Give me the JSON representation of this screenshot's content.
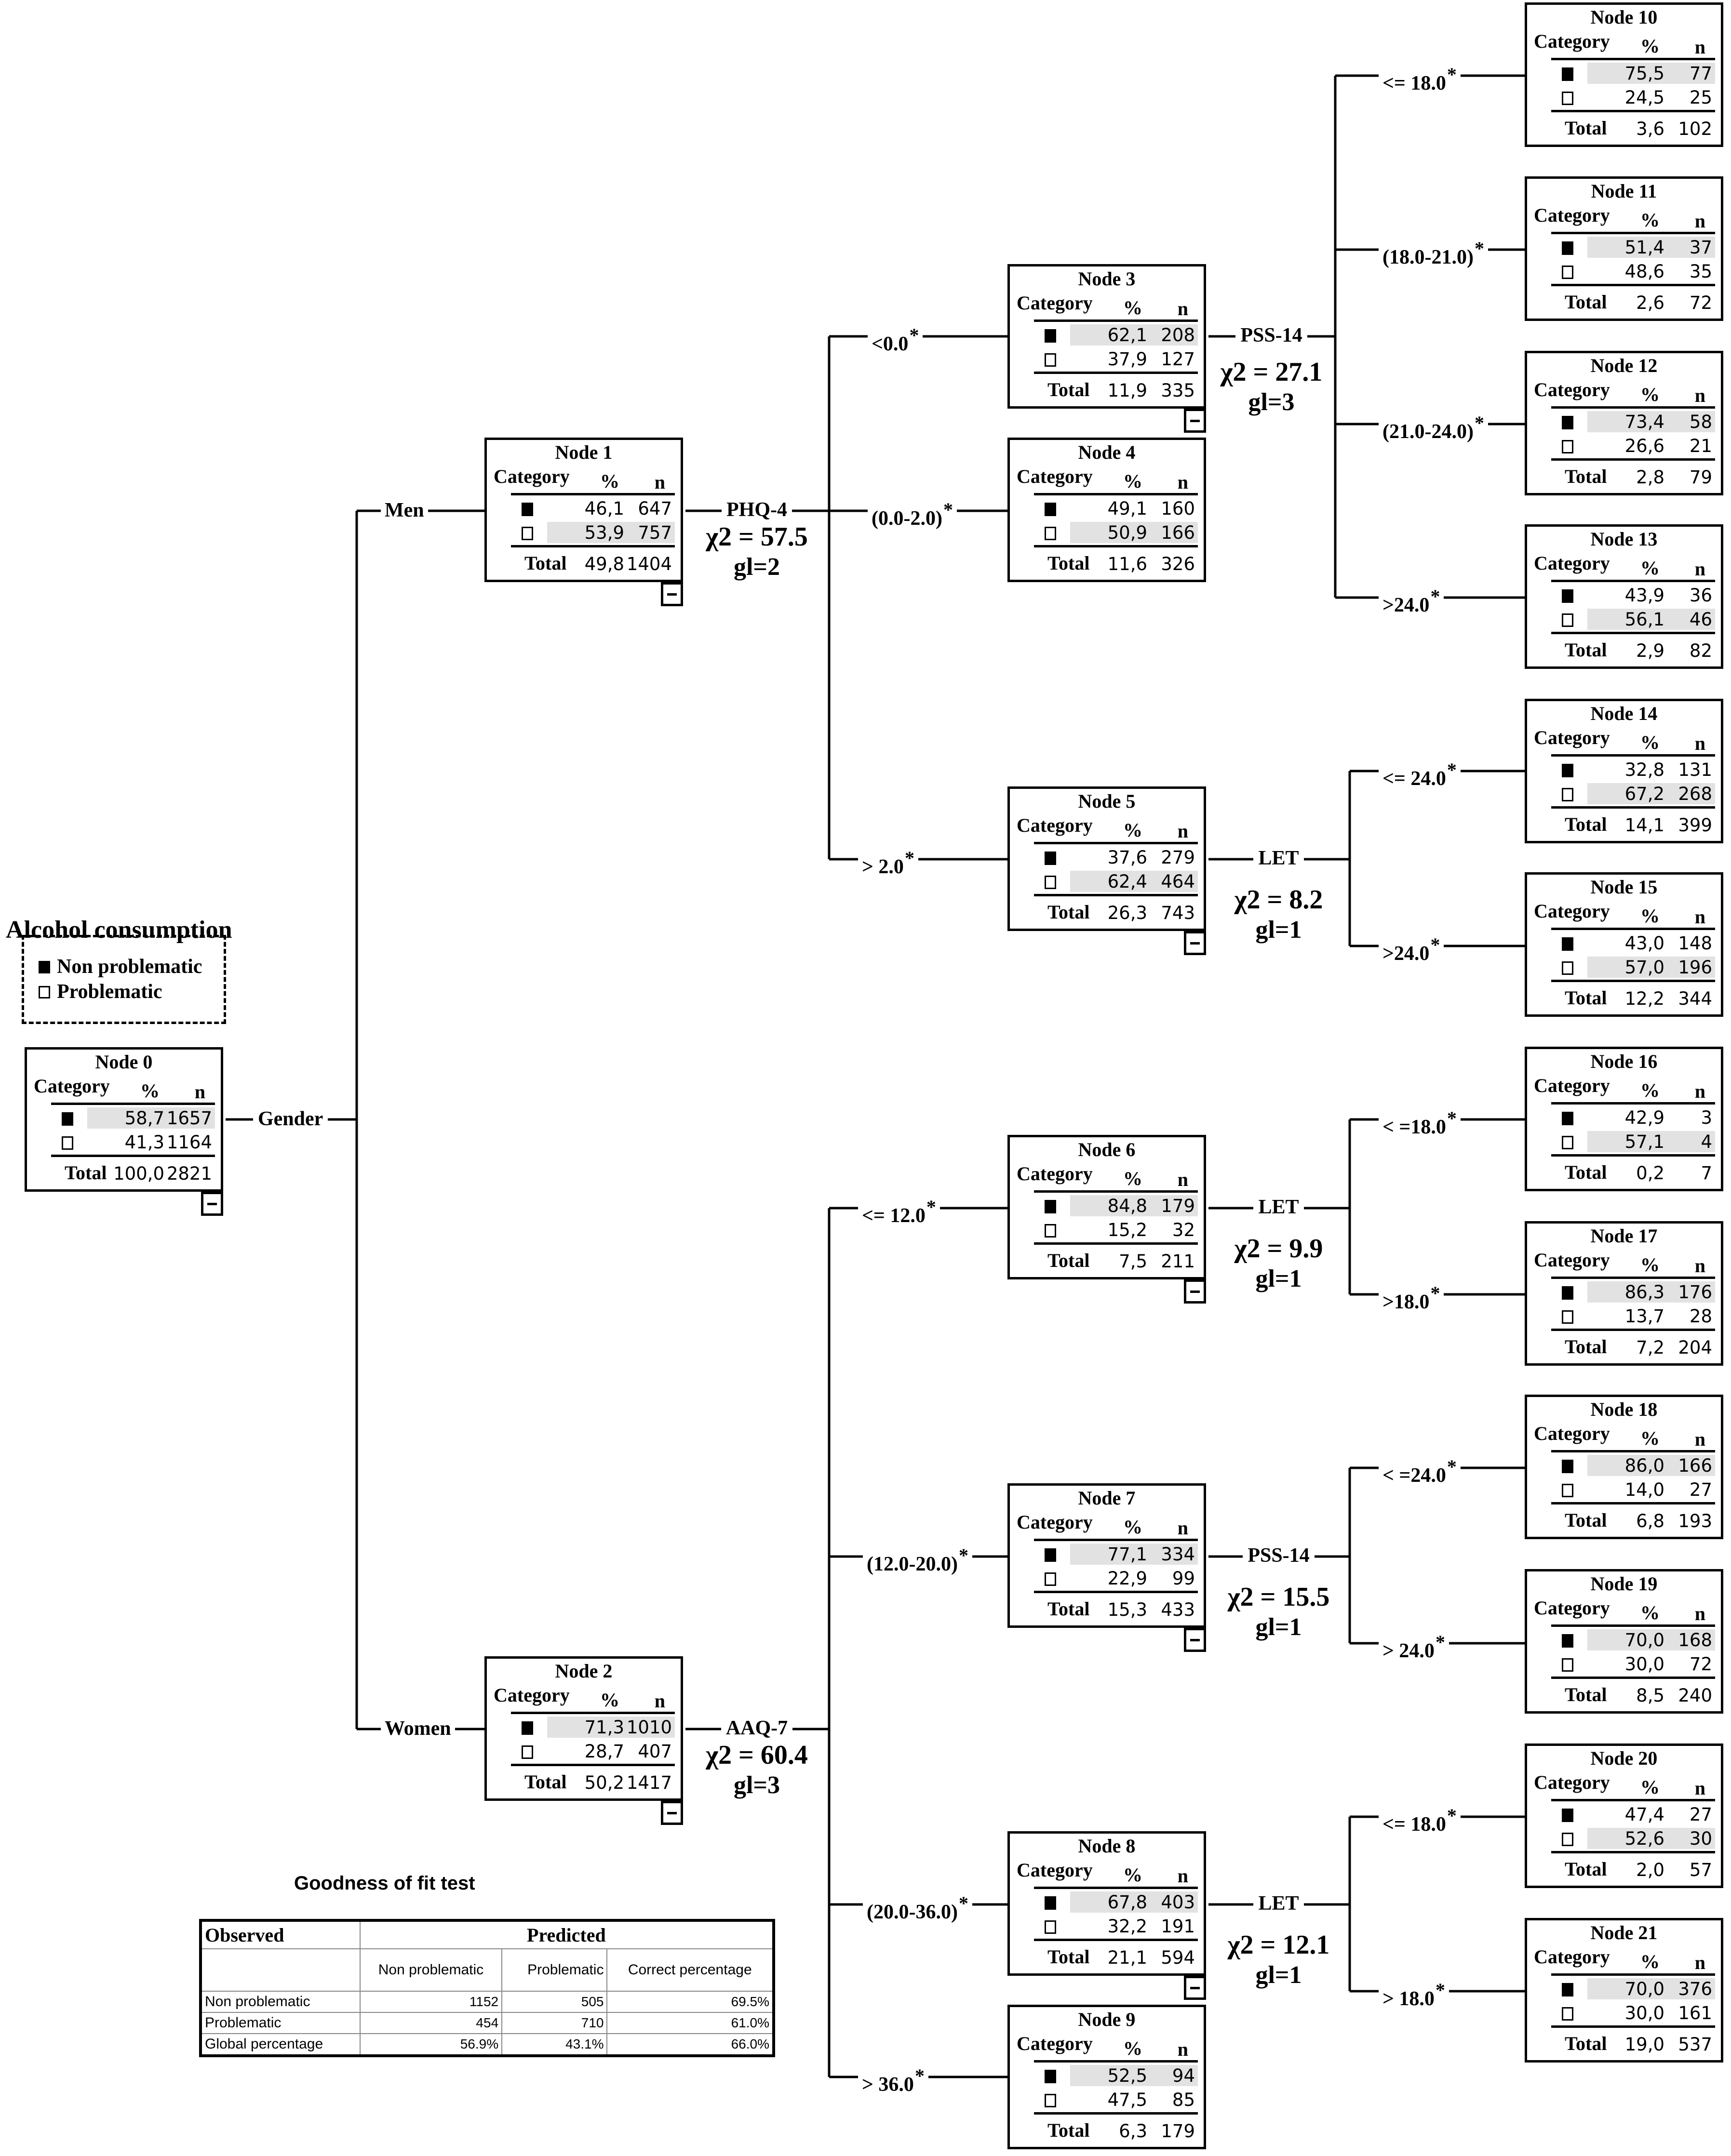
{
  "legend": {
    "title": "Alcohol consumption",
    "items": [
      {
        "label": "Non problematic",
        "symbol": "filled-square"
      },
      {
        "label": "Problematic",
        "symbol": "empty-square"
      }
    ]
  },
  "table_headers": {
    "category": "Category",
    "pct": "%",
    "n": "n",
    "total": "Total"
  },
  "splits": [
    {
      "id": "gender",
      "var": "Gender",
      "chi": "",
      "gl": ""
    },
    {
      "id": "phq",
      "var": "PHQ-4",
      "chi": "χ2 = 57.5",
      "gl": "gl=2"
    },
    {
      "id": "aaq",
      "var": "AAQ-7",
      "chi": "χ2 = 60.4",
      "gl": "gl=3"
    },
    {
      "id": "pss1",
      "var": "PSS-14",
      "chi": "χ2 = 27.1",
      "gl": "gl=3"
    },
    {
      "id": "let1",
      "var": "LET",
      "chi": "χ2 = 8.2",
      "gl": "gl=1"
    },
    {
      "id": "let2",
      "var": "LET",
      "chi": "χ2 = 9.9",
      "gl": "gl=1"
    },
    {
      "id": "pss2",
      "var": "PSS-14",
      "chi": "χ2 = 15.5",
      "gl": "gl=1"
    },
    {
      "id": "let3",
      "var": "LET",
      "chi": "χ2 = 12.1",
      "gl": "gl=1"
    }
  ],
  "branch_labels": [
    {
      "text": "Men",
      "star": ""
    },
    {
      "text": "Women",
      "star": ""
    },
    {
      "text": "<0.0",
      "star": "*"
    },
    {
      "text": "(0.0-2.0)",
      "star": "*"
    },
    {
      "text": "> 2.0",
      "star": "*"
    },
    {
      "text": "<= 12.0",
      "star": "*"
    },
    {
      "text": "(12.0-20.0)",
      "star": "*"
    },
    {
      "text": "(20.0-36.0)",
      "star": "*"
    },
    {
      "text": "> 36.0",
      "star": "*"
    },
    {
      "text": "<= 18.0",
      "star": "*"
    },
    {
      "text": "(18.0-21.0)",
      "star": "*"
    },
    {
      "text": "(21.0-24.0)",
      "star": "*"
    },
    {
      "text": ">24.0",
      "star": "*"
    },
    {
      "text": "<= 24.0",
      "star": "*"
    },
    {
      "text": ">24.0",
      "star": "*"
    },
    {
      "text": "< =18.0",
      "star": "*"
    },
    {
      "text": ">18.0",
      "star": "*"
    },
    {
      "text": "< =24.0",
      "star": "*"
    },
    {
      "text": "> 24.0",
      "star": "*"
    },
    {
      "text": "<= 18.0",
      "star": "*"
    },
    {
      "text": "> 18.0",
      "star": "*"
    }
  ],
  "nodes": [
    {
      "title": "Node 0",
      "np_pct": "58,7",
      "np_n": "1657",
      "p_pct": "41,3",
      "p_n": "1164",
      "tot_pct": "100,0",
      "tot_n": "2821",
      "highlight": "np",
      "collapsible": true
    },
    {
      "title": "Node 1",
      "np_pct": "46,1",
      "np_n": "647",
      "p_pct": "53,9",
      "p_n": "757",
      "tot_pct": "49,8",
      "tot_n": "1404",
      "highlight": "p",
      "collapsible": true
    },
    {
      "title": "Node 2",
      "np_pct": "71,3",
      "np_n": "1010",
      "p_pct": "28,7",
      "p_n": "407",
      "tot_pct": "50,2",
      "tot_n": "1417",
      "highlight": "np",
      "collapsible": true
    },
    {
      "title": "Node 3",
      "np_pct": "62,1",
      "np_n": "208",
      "p_pct": "37,9",
      "p_n": "127",
      "tot_pct": "11,9",
      "tot_n": "335",
      "highlight": "np",
      "collapsible": true
    },
    {
      "title": "Node 4",
      "np_pct": "49,1",
      "np_n": "160",
      "p_pct": "50,9",
      "p_n": "166",
      "tot_pct": "11,6",
      "tot_n": "326",
      "highlight": "p",
      "collapsible": false
    },
    {
      "title": "Node 5",
      "np_pct": "37,6",
      "np_n": "279",
      "p_pct": "62,4",
      "p_n": "464",
      "tot_pct": "26,3",
      "tot_n": "743",
      "highlight": "p",
      "collapsible": true
    },
    {
      "title": "Node 6",
      "np_pct": "84,8",
      "np_n": "179",
      "p_pct": "15,2",
      "p_n": "32",
      "tot_pct": "7,5",
      "tot_n": "211",
      "highlight": "np",
      "collapsible": true
    },
    {
      "title": "Node 7",
      "np_pct": "77,1",
      "np_n": "334",
      "p_pct": "22,9",
      "p_n": "99",
      "tot_pct": "15,3",
      "tot_n": "433",
      "highlight": "np",
      "collapsible": true
    },
    {
      "title": "Node 8",
      "np_pct": "67,8",
      "np_n": "403",
      "p_pct": "32,2",
      "p_n": "191",
      "tot_pct": "21,1",
      "tot_n": "594",
      "highlight": "np",
      "collapsible": true
    },
    {
      "title": "Node 9",
      "np_pct": "52,5",
      "np_n": "94",
      "p_pct": "47,5",
      "p_n": "85",
      "tot_pct": "6,3",
      "tot_n": "179",
      "highlight": "np",
      "collapsible": false
    },
    {
      "title": "Node 10",
      "np_pct": "75,5",
      "np_n": "77",
      "p_pct": "24,5",
      "p_n": "25",
      "tot_pct": "3,6",
      "tot_n": "102",
      "highlight": "np",
      "collapsible": false
    },
    {
      "title": "Node 11",
      "np_pct": "51,4",
      "np_n": "37",
      "p_pct": "48,6",
      "p_n": "35",
      "tot_pct": "2,6",
      "tot_n": "72",
      "highlight": "np",
      "collapsible": false
    },
    {
      "title": "Node 12",
      "np_pct": "73,4",
      "np_n": "58",
      "p_pct": "26,6",
      "p_n": "21",
      "tot_pct": "2,8",
      "tot_n": "79",
      "highlight": "np",
      "collapsible": false
    },
    {
      "title": "Node 13",
      "np_pct": "43,9",
      "np_n": "36",
      "p_pct": "56,1",
      "p_n": "46",
      "tot_pct": "2,9",
      "tot_n": "82",
      "highlight": "p",
      "collapsible": false
    },
    {
      "title": "Node 14",
      "np_pct": "32,8",
      "np_n": "131",
      "p_pct": "67,2",
      "p_n": "268",
      "tot_pct": "14,1",
      "tot_n": "399",
      "highlight": "p",
      "collapsible": false
    },
    {
      "title": "Node 15",
      "np_pct": "43,0",
      "np_n": "148",
      "p_pct": "57,0",
      "p_n": "196",
      "tot_pct": "12,2",
      "tot_n": "344",
      "highlight": "p",
      "collapsible": false
    },
    {
      "title": "Node 16",
      "np_pct": "42,9",
      "np_n": "3",
      "p_pct": "57,1",
      "p_n": "4",
      "tot_pct": "0,2",
      "tot_n": "7",
      "highlight": "p",
      "collapsible": false
    },
    {
      "title": "Node 17",
      "np_pct": "86,3",
      "np_n": "176",
      "p_pct": "13,7",
      "p_n": "28",
      "tot_pct": "7,2",
      "tot_n": "204",
      "highlight": "np",
      "collapsible": false
    },
    {
      "title": "Node 18",
      "np_pct": "86,0",
      "np_n": "166",
      "p_pct": "14,0",
      "p_n": "27",
      "tot_pct": "6,8",
      "tot_n": "193",
      "highlight": "np",
      "collapsible": false
    },
    {
      "title": "Node 19",
      "np_pct": "70,0",
      "np_n": "168",
      "p_pct": "30,0",
      "p_n": "72",
      "tot_pct": "8,5",
      "tot_n": "240",
      "highlight": "np",
      "collapsible": false
    },
    {
      "title": "Node 20",
      "np_pct": "47,4",
      "np_n": "27",
      "p_pct": "52,6",
      "p_n": "30",
      "tot_pct": "2,0",
      "tot_n": "57",
      "highlight": "p",
      "collapsible": false
    },
    {
      "title": "Node 21",
      "np_pct": "70,0",
      "np_n": "376",
      "p_pct": "30,0",
      "p_n": "161",
      "tot_pct": "19,0",
      "tot_n": "537",
      "highlight": "np",
      "collapsible": false
    }
  ],
  "goodness_of_fit": {
    "title": "Goodness of fit test",
    "observed_header": "Observed",
    "predicted_header": "Predicted",
    "columns": [
      "Non problematic",
      "Problematic",
      "Correct percentage"
    ],
    "rows": [
      {
        "label": "Non problematic",
        "values": [
          "1152",
          "505",
          "69.5%"
        ]
      },
      {
        "label": "Problematic",
        "values": [
          "454",
          "710",
          "61.0%"
        ]
      },
      {
        "label": "Global percentage",
        "values": [
          "56.9%",
          "43.1%",
          "66.0%"
        ]
      }
    ]
  }
}
